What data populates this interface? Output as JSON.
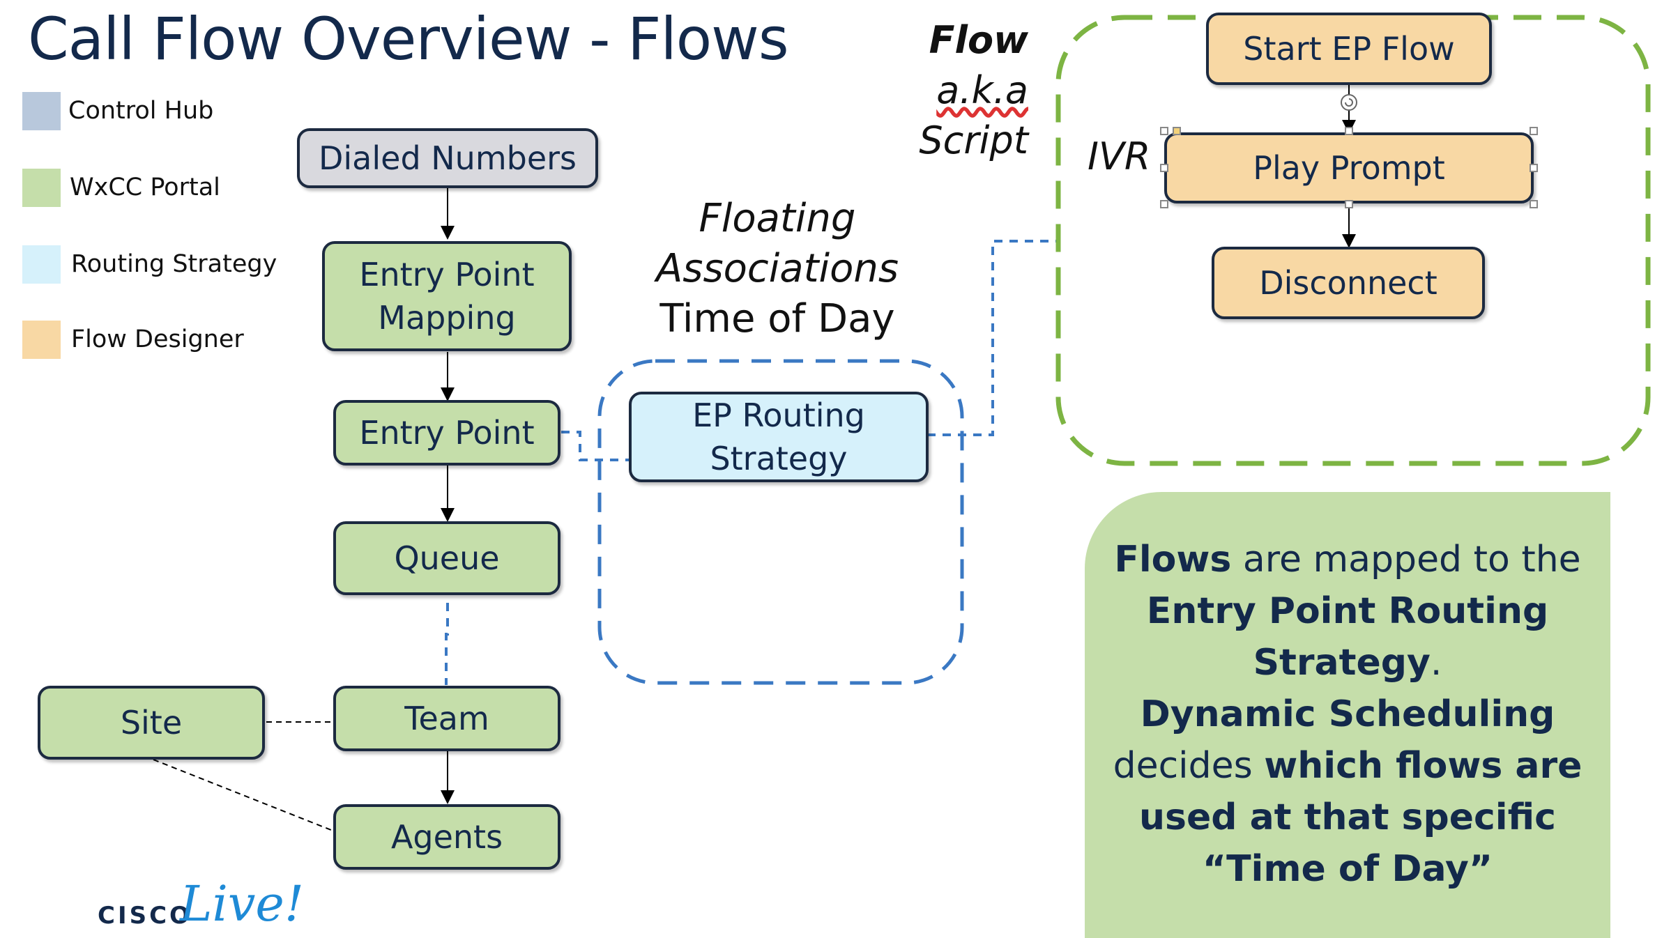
{
  "title": "Call Flow Overview - Flows",
  "legend": [
    {
      "label": "Control Hub",
      "color": "#b8c8dc"
    },
    {
      "label": "WxCC Portal",
      "color": "#c5deaa"
    },
    {
      "label": "Routing Strategy",
      "color": "#d6f1fb"
    },
    {
      "label": "Flow Designer",
      "color": "#f8d8a4"
    }
  ],
  "nodes": {
    "dialed_numbers": "Dialed Numbers",
    "entry_point_mapping_line1": "Entry Point",
    "entry_point_mapping_line2": "Mapping",
    "entry_point": "Entry Point",
    "queue": "Queue",
    "team": "Team",
    "agents": "Agents",
    "site": "Site",
    "ep_routing_line1": "EP Routing",
    "ep_routing_line2": "Strategy",
    "start_ep_flow": "Start EP Flow",
    "play_prompt": "Play Prompt",
    "disconnect": "Disconnect"
  },
  "floating": {
    "line1": "Floating",
    "line2": "Associations",
    "line3": "Time of Day"
  },
  "flow_label": {
    "line1": "Flow",
    "line2": "a.k.a",
    "line3": "Script"
  },
  "ivr_label": "IVR",
  "callout": {
    "p1_bold": "Flows",
    "p1_rest": " are mapped to the",
    "p2_bold": "Entry Point Routing Strategy",
    "p2_rest": ".",
    "p3_bold": "Dynamic Scheduling",
    "p4_rest": "decides ",
    "p4_bold": "which flows are used at that specific “Time of Day”"
  },
  "footer": {
    "brand": "CISCO",
    "brand_script": "Live!"
  },
  "colors": {
    "green_dash": "#7db443",
    "blue_dash": "#3a78c3",
    "navy": "#13294b"
  }
}
